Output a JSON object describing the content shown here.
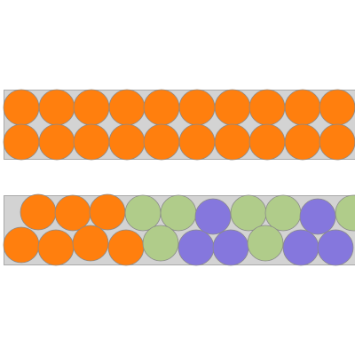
{
  "colors": {
    "background": "#ffffff",
    "tray_fill": "#d3d3d3",
    "tray_stroke": "#a9a9a9",
    "ball_stroke": "#8a8a8a",
    "orange": "#ff7f0e",
    "green": "#b0cc8a",
    "purple": "#8577dd"
  },
  "target_tray": {
    "top_row": [
      "orange",
      "orange",
      "orange",
      "orange",
      "orange",
      "orange",
      "orange",
      "orange",
      "orange",
      "orange"
    ],
    "bottom_row": [
      "orange",
      "orange",
      "orange",
      "orange",
      "orange",
      "orange",
      "orange",
      "orange",
      "orange",
      "orange"
    ]
  },
  "current_tray": {
    "top_row": [
      "orange",
      "orange",
      "orange",
      "green",
      "green",
      "purple",
      "green",
      "green",
      "purple",
      "green"
    ],
    "bottom_row": [
      "orange",
      "orange",
      "orange",
      "orange",
      "green",
      "purple",
      "purple",
      "green",
      "purple",
      "purple"
    ]
  }
}
